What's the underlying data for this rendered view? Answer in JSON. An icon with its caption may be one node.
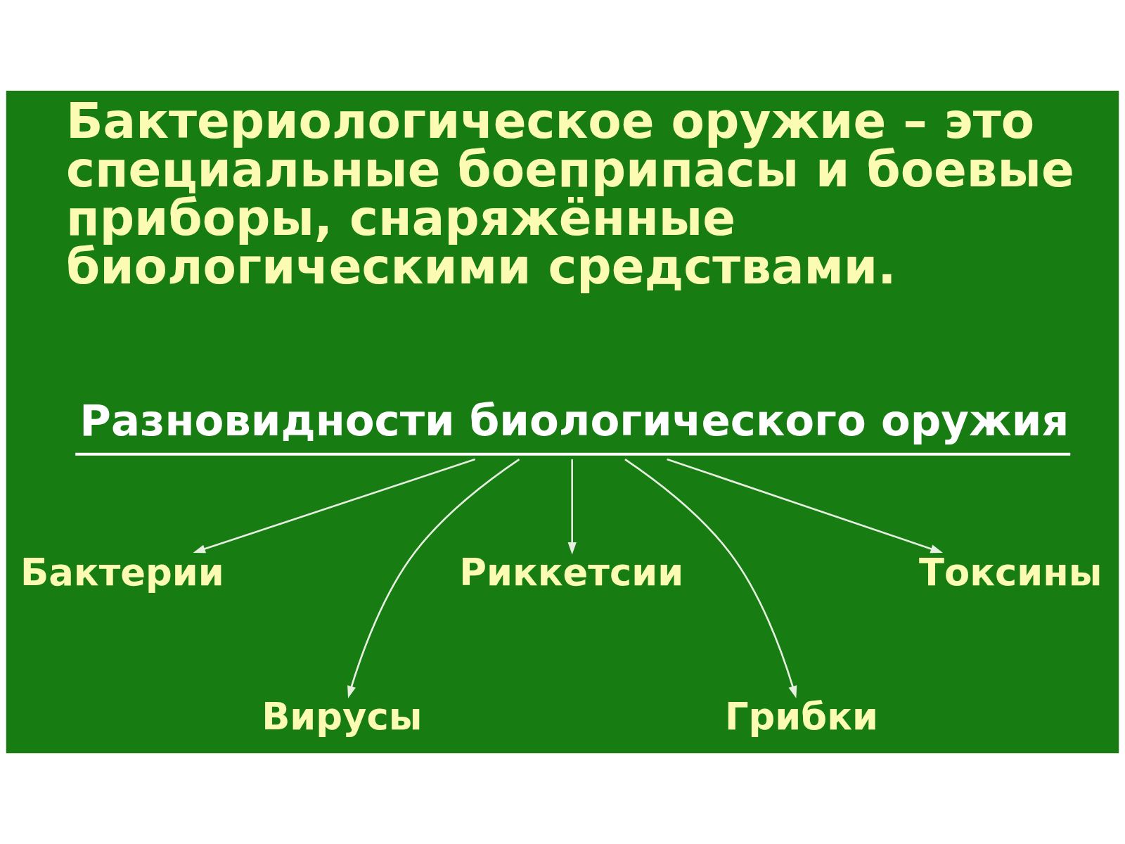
{
  "diagram": {
    "nodes": [
      {
        "text": [
          "Разновидности биологического оружия"
        ]
      },
      {
        "text": [
          "Бактерии"
        ]
      },
      {
        "text": [
          "Вирусы"
        ]
      },
      {
        "text": [
          "Риккетсии"
        ]
      },
      {
        "text": [
          "Грибки"
        ]
      },
      {
        "text": [
          "Токсины"
        ]
      }
    ],
    "edges": [
      {
        "from": 0,
        "to": 1,
        "arrow": "to"
      },
      {
        "from": 0,
        "to": 2,
        "arrow": "to"
      },
      {
        "from": 0,
        "to": 3,
        "arrow": "to"
      },
      {
        "from": 0,
        "to": 4,
        "arrow": "to"
      },
      {
        "from": 0,
        "to": 5,
        "arrow": "to"
      }
    ],
    "labels": [
      "Бактериологическое оружие – это специальные боеприпасы и боевые приборы, снаряжённые биологическими средствами."
    ]
  }
}
